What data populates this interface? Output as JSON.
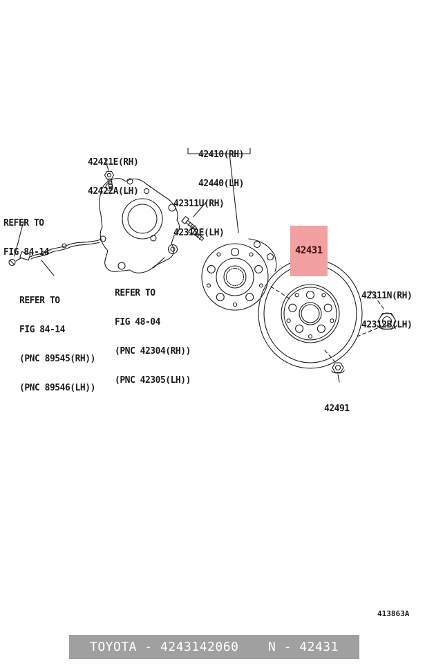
{
  "labels": {
    "bolt_top": {
      "line1": "42421E(RH)",
      "line2": "42422A(LH)"
    },
    "hub": {
      "line1": "42410(RH)",
      "line2": "42440(LH)"
    },
    "stud": {
      "line1": "42311U(RH)",
      "line2": "42312E(LH)"
    },
    "refer_sensor_top": {
      "line1": "REFER TO",
      "line2": "FIG 84-14"
    },
    "refer_sensor_bottom": {
      "line1": "REFER TO",
      "line2": "FIG 84-14",
      "line3": "(PNC 89545(RH))",
      "line4": "(PNC 89546(LH))"
    },
    "refer_hub": {
      "line1": "REFER TO",
      "line2": "FIG 48-04",
      "line3": "(PNC 42304(RH))",
      "line4": "(PNC 42305(LH))"
    },
    "disc_highlight": {
      "text": "42431"
    },
    "lock_nut": {
      "line1": "42311N(RH)",
      "line2": "42312B(LH)"
    },
    "disc_nut": {
      "text": "42491"
    }
  },
  "page_code": "413863A",
  "footer": {
    "left": "TOYOTA - 4243142060",
    "right": "N - 42431"
  },
  "colors": {
    "highlight_bg": "#f2a0a0",
    "footer_bg": "#a0a0a0"
  }
}
